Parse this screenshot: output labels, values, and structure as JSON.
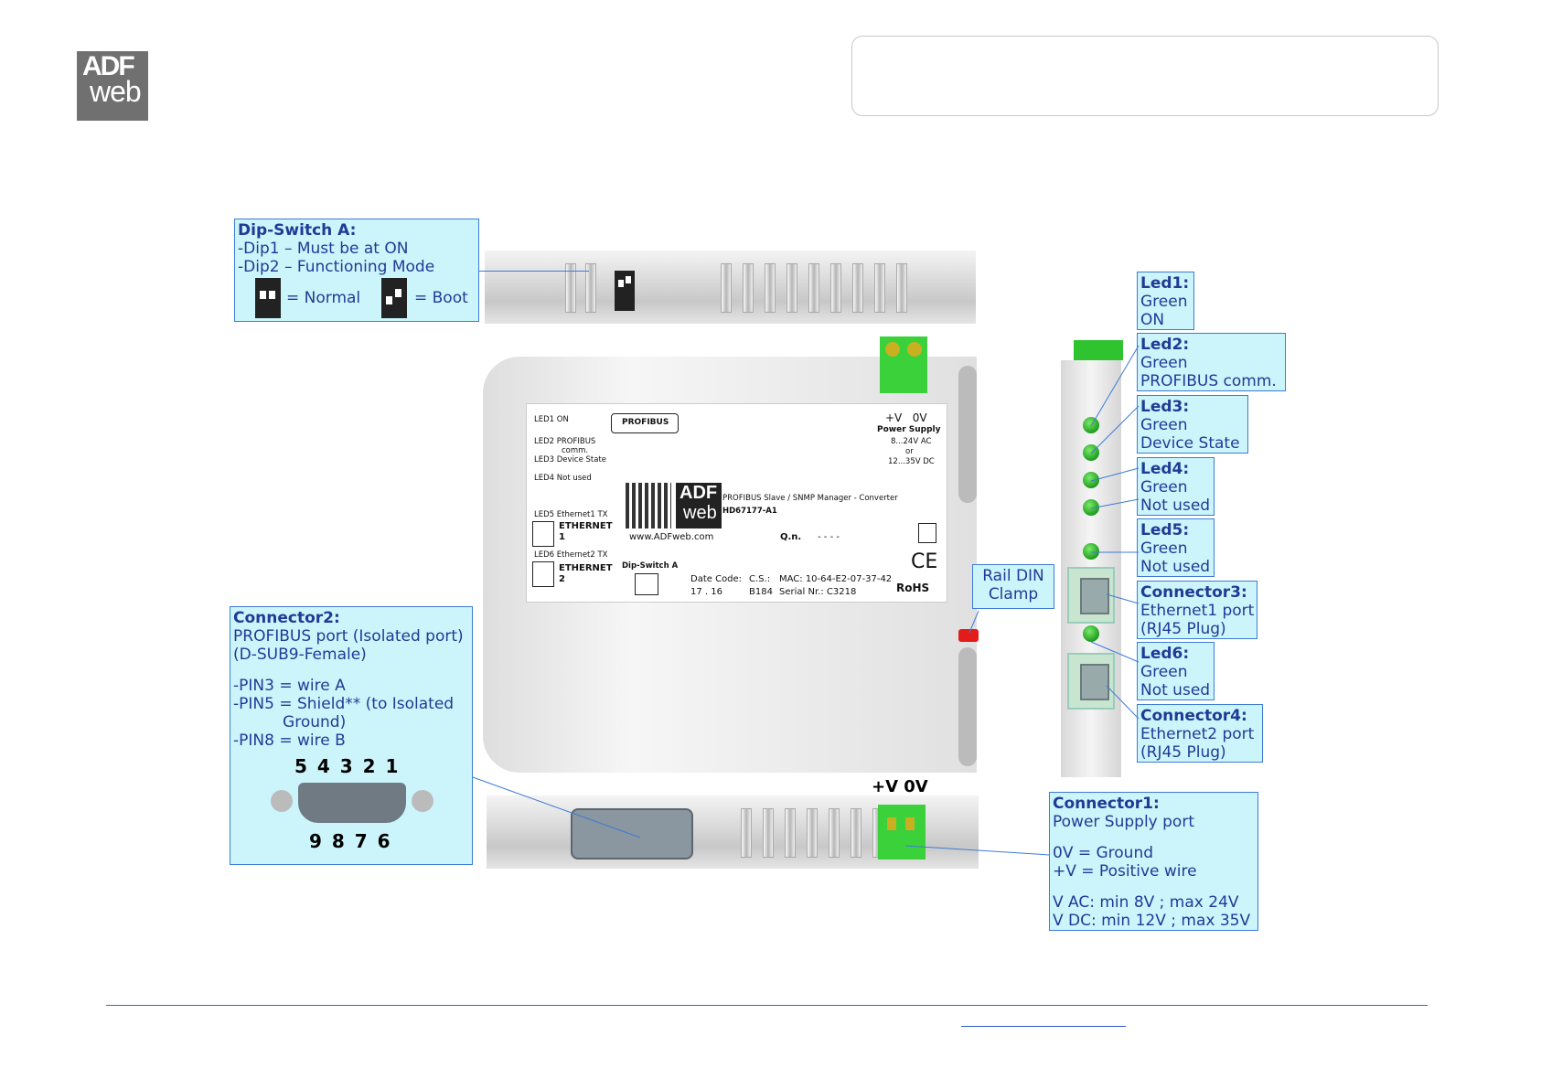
{
  "logo": {
    "line1": "ADF",
    "line2": "web"
  },
  "callouts": {
    "dip_switch": {
      "title": "Dip-Switch A:",
      "lines": [
        "-Dip1 – Must be at ON",
        "-Dip2 – Functioning Mode"
      ],
      "normal": "= Normal",
      "boot": "= Boot"
    },
    "led1": {
      "title": "Led1:",
      "lines": [
        "Green",
        "ON"
      ]
    },
    "led2": {
      "title": "Led2:",
      "lines": [
        "Green",
        "PROFIBUS comm."
      ]
    },
    "led3": {
      "title": "Led3:",
      "lines": [
        "Green",
        "Device State"
      ]
    },
    "led4": {
      "title": "Led4:",
      "lines": [
        "Green",
        "Not used"
      ]
    },
    "led5": {
      "title": "Led5:",
      "lines": [
        "Green",
        "Not used"
      ]
    },
    "connector3": {
      "title": "Connector3:",
      "lines": [
        "Ethernet1 port",
        "(RJ45 Plug)"
      ]
    },
    "led6": {
      "title": "Led6:",
      "lines": [
        "Green",
        "Not used"
      ]
    },
    "connector4": {
      "title": "Connector4:",
      "lines": [
        "Ethernet2 port",
        "(RJ45 Plug)"
      ]
    },
    "rail_din": {
      "lines": [
        "Rail DIN",
        "Clamp"
      ]
    },
    "connector2": {
      "title": "Connector2:",
      "lines": [
        "PROFIBUS port (Isolated port)",
        "(D-SUB9-Female)",
        "",
        "-PIN3 = wire A",
        "-PIN5 = Shield** (to Isolated",
        "          Ground)",
        "-PIN8 = wire B"
      ],
      "pins_top": "5 4 3 2 1",
      "pins_bottom": "9 8 7 6"
    },
    "connector1": {
      "title": "Connector1:",
      "lines": [
        "Power Supply port",
        "",
        "0V = Ground",
        "+V = Positive wire",
        "",
        "V AC: min 8V ; max 24V",
        "V DC: min 12V ; max 35V"
      ]
    }
  },
  "power_terminal_label": "+V 0V",
  "device_label": {
    "led1": "LED1 ON",
    "led2": "LED2 PROFIBUS",
    "led2b": "comm.",
    "led3": "LED3 Device State",
    "led4": "LED4 Not used",
    "led5": "LED5 Ethernet1 TX",
    "eth1": "ETHERNET",
    "eth1n": "1",
    "led6": "LED6 Ethernet2 TX",
    "eth2": "ETHERNET",
    "eth2n": "2",
    "profibus": "PROFIBUS",
    "power": "+V   0V",
    "power_supply": "Power Supply",
    "ps_ac": "8...24V AC",
    "ps_or": "or",
    "ps_dc": "12...35V DC",
    "product": "PROFIBUS Slave / SNMP Manager - Converter",
    "code": "HD67177-A1",
    "url": "www.ADFweb.com",
    "qn": "Q.n.",
    "qn_val": "- - - -",
    "dip": "Dip-Switch A",
    "date_code": "Date Code:",
    "date_val": "17 . 16",
    "cs": "C.S.:",
    "cs_val": "B184",
    "mac": "MAC: 10-64-E2-07-37-42",
    "serial": "Serial Nr.: C3218",
    "ce": "CE",
    "rohs": "RoHS"
  },
  "colors": {
    "callout_bg": "#ccf5fb",
    "callout_border": "#3d7bd6",
    "callout_text": "#1f3b96",
    "led_green": "#2bb52b"
  }
}
